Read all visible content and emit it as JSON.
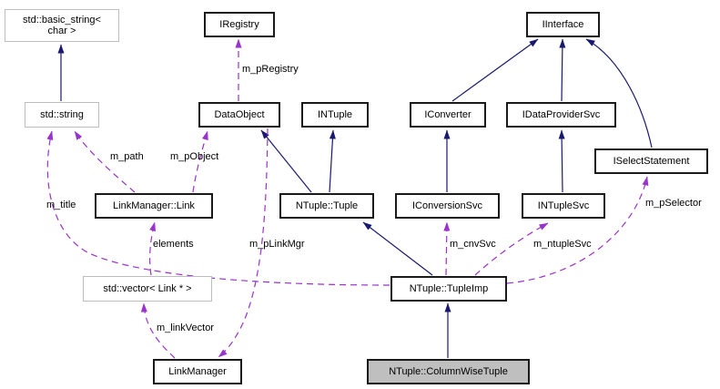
{
  "diagram": {
    "type": "collaboration-graph",
    "main_class": "NTuple::ColumnWiseTuple",
    "colors": {
      "background": "#ffffff",
      "inheritance_edge": "#191970",
      "usage_edge": "#9a32cd",
      "node_border": "#1a1a1a",
      "external_node_border": "#bdbdbd",
      "main_node_fill": "#bfbfbf",
      "text": "#000000"
    },
    "nodes": {
      "basic_string": {
        "label": "std::basic_string<\nchar >",
        "kind": "external"
      },
      "iregistry": {
        "label": "IRegistry",
        "kind": "class"
      },
      "iinterface": {
        "label": "IInterface",
        "kind": "class"
      },
      "std_string": {
        "label": "std::string",
        "kind": "external"
      },
      "dataobject": {
        "label": "DataObject",
        "kind": "class"
      },
      "intuple": {
        "label": "INTuple",
        "kind": "class"
      },
      "iconverter": {
        "label": "IConverter",
        "kind": "class"
      },
      "idataprovidersvc": {
        "label": "IDataProviderSvc",
        "kind": "class"
      },
      "iselectstatement": {
        "label": "ISelectStatement",
        "kind": "class"
      },
      "linkmanager_link": {
        "label": "LinkManager::Link",
        "kind": "class"
      },
      "ntuple_tuple": {
        "label": "NTuple::Tuple",
        "kind": "class"
      },
      "iconversionsvc": {
        "label": "IConversionSvc",
        "kind": "class"
      },
      "intuplesvc": {
        "label": "INTupleSvc",
        "kind": "class"
      },
      "std_vector_link": {
        "label": "std::vector< Link * >",
        "kind": "external"
      },
      "ntuple_tupleimp": {
        "label": "NTuple::TupleImp",
        "kind": "class"
      },
      "linkmanager": {
        "label": "LinkManager",
        "kind": "class"
      },
      "ntuple_columnwisetuple": {
        "label": "NTuple::ColumnWiseTuple",
        "kind": "main"
      }
    },
    "edges": [
      {
        "from": "std_string",
        "to": "basic_string",
        "type": "inheritance",
        "label": ""
      },
      {
        "from": "ntuple_tuple",
        "to": "dataobject",
        "type": "inheritance",
        "label": ""
      },
      {
        "from": "ntuple_tuple",
        "to": "intuple",
        "type": "inheritance",
        "label": ""
      },
      {
        "from": "iconverter",
        "to": "iinterface",
        "type": "inheritance",
        "label": ""
      },
      {
        "from": "idataprovidersvc",
        "to": "iinterface",
        "type": "inheritance",
        "label": ""
      },
      {
        "from": "iselectstatement",
        "to": "iinterface",
        "type": "inheritance",
        "label": ""
      },
      {
        "from": "iconversionsvc",
        "to": "iconverter",
        "type": "inheritance",
        "label": ""
      },
      {
        "from": "intuplesvc",
        "to": "idataprovidersvc",
        "type": "inheritance",
        "label": ""
      },
      {
        "from": "ntuple_tupleimp",
        "to": "ntuple_tuple",
        "type": "inheritance",
        "label": ""
      },
      {
        "from": "ntuple_columnwisetuple",
        "to": "ntuple_tupleimp",
        "type": "inheritance",
        "label": ""
      },
      {
        "from": "dataobject",
        "to": "iregistry",
        "type": "usage",
        "label": "m_pRegistry"
      },
      {
        "from": "linkmanager_link",
        "to": "std_string",
        "type": "usage",
        "label": "m_path"
      },
      {
        "from": "linkmanager_link",
        "to": "dataobject",
        "type": "usage",
        "label": "m_pObject"
      },
      {
        "from": "ntuple_tupleimp",
        "to": "std_string",
        "type": "usage",
        "label": "m_title"
      },
      {
        "from": "std_vector_link",
        "to": "linkmanager_link",
        "type": "usage",
        "label": "elements"
      },
      {
        "from": "dataobject",
        "to": "linkmanager",
        "type": "usage",
        "label": "m_pLinkMgr"
      },
      {
        "from": "linkmanager",
        "to": "std_vector_link",
        "type": "usage",
        "label": "m_linkVector"
      },
      {
        "from": "ntuple_tupleimp",
        "to": "iconversionsvc",
        "type": "usage",
        "label": "m_cnvSvc"
      },
      {
        "from": "ntuple_tupleimp",
        "to": "intuplesvc",
        "type": "usage",
        "label": "m_ntupleSvc"
      },
      {
        "from": "ntuple_tupleimp",
        "to": "iselectstatement",
        "type": "usage",
        "label": "m_pSelector"
      }
    ]
  }
}
